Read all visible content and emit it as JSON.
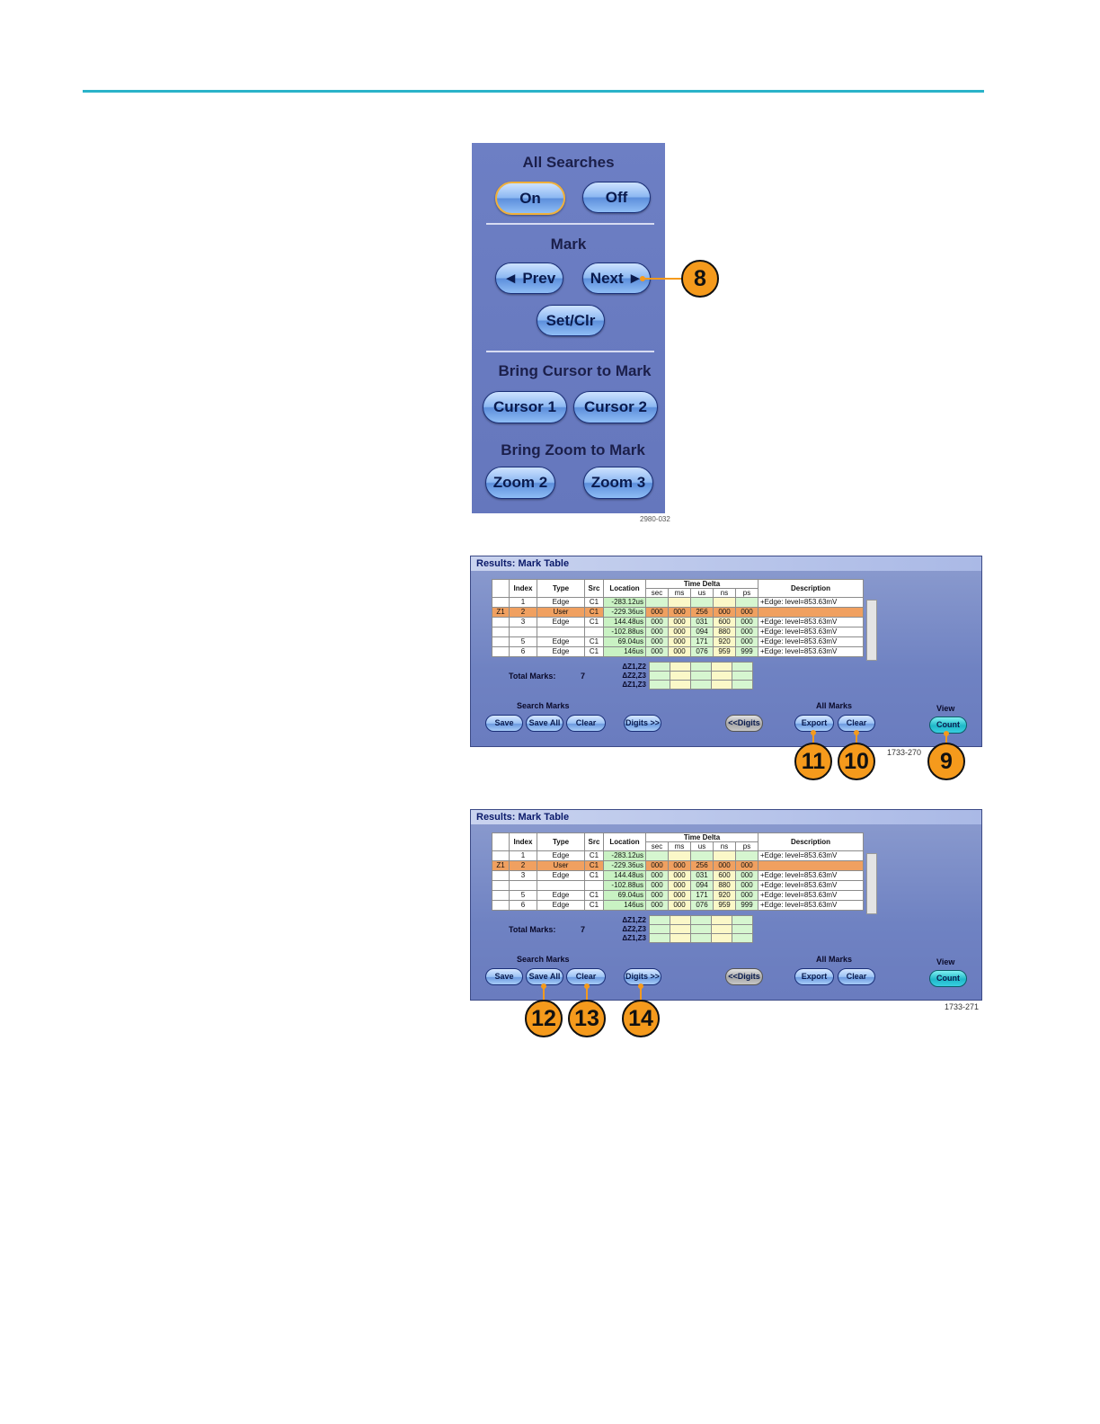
{
  "search_panel": {
    "all_searches_title": "All Searches",
    "on_label": "On",
    "off_label": "Off",
    "mark_title": "Mark",
    "prev_label": "◄ Prev",
    "next_label": "Next ►",
    "setclr_label": "Set/Clr",
    "cursor_title": "Bring Cursor to Mark",
    "cursor1_label": "Cursor 1",
    "cursor2_label": "Cursor 2",
    "zoom_title": "Bring Zoom to Mark",
    "zoom2_label": "Zoom 2",
    "zoom3_label": "Zoom 3",
    "figure_id": "2980-032"
  },
  "callouts": {
    "c8": "8",
    "c9": "9",
    "c10": "10",
    "c11": "11",
    "c12": "12",
    "c13": "13",
    "c14": "14"
  },
  "mark_table": {
    "title": "Results: Mark Table",
    "headers": {
      "index": "Index",
      "type": "Type",
      "src": "Src",
      "location": "Location",
      "time_delta": "Time Delta",
      "description": "Description",
      "units": [
        "sec",
        "ms",
        "us",
        "ns",
        "ps"
      ]
    },
    "rows": [
      {
        "z": "",
        "index": "1",
        "type": "Edge",
        "src": "C1",
        "location": "-283.12us",
        "d": [
          "",
          "",
          "",
          "",
          ""
        ],
        "desc": "+Edge: level=853.63mV"
      },
      {
        "z": "Z1",
        "index": "2",
        "type": "User",
        "src": "C1",
        "location": "-229.36us",
        "d": [
          "000",
          "000",
          "256",
          "000",
          "000"
        ],
        "desc": ""
      },
      {
        "z": "",
        "index": "3",
        "type": "Edge",
        "src": "C1",
        "location": "144.48us",
        "d": [
          "000",
          "000",
          "031",
          "600",
          "000"
        ],
        "desc": "+Edge: level=853.63mV"
      },
      {
        "z": "",
        "index": "",
        "type": "",
        "src": "",
        "location": "-102.88us",
        "d": [
          "000",
          "000",
          "094",
          "880",
          "000"
        ],
        "desc": "+Edge: level=853.63mV"
      },
      {
        "z": "",
        "index": "5",
        "type": "Edge",
        "src": "C1",
        "location": "69.04us",
        "d": [
          "000",
          "000",
          "171",
          "920",
          "000"
        ],
        "desc": "+Edge: level=853.63mV"
      },
      {
        "z": "",
        "index": "6",
        "type": "Edge",
        "src": "C1",
        "location": "146us",
        "d": [
          "000",
          "000",
          "076",
          "959",
          "999"
        ],
        "desc": "+Edge: level=853.63mV"
      }
    ],
    "total_label": "Total Marks:",
    "total_value": "7",
    "delta_rows": [
      "ΔZ1,Z2",
      "ΔZ2,Z3",
      "ΔZ1,Z3"
    ],
    "search_marks_label": "Search Marks",
    "save_label": "Save",
    "save_all_label": "Save All",
    "clear_label": "Clear",
    "digits_more_label": "Digits >>",
    "digits_less_label": "<<Digits",
    "all_marks_label": "All Marks",
    "export_label": "Export",
    "all_clear_label": "Clear",
    "view_label": "View",
    "count_label": "Count"
  },
  "figure_ids": {
    "table1": "1733-270",
    "table2": "1733-271"
  }
}
